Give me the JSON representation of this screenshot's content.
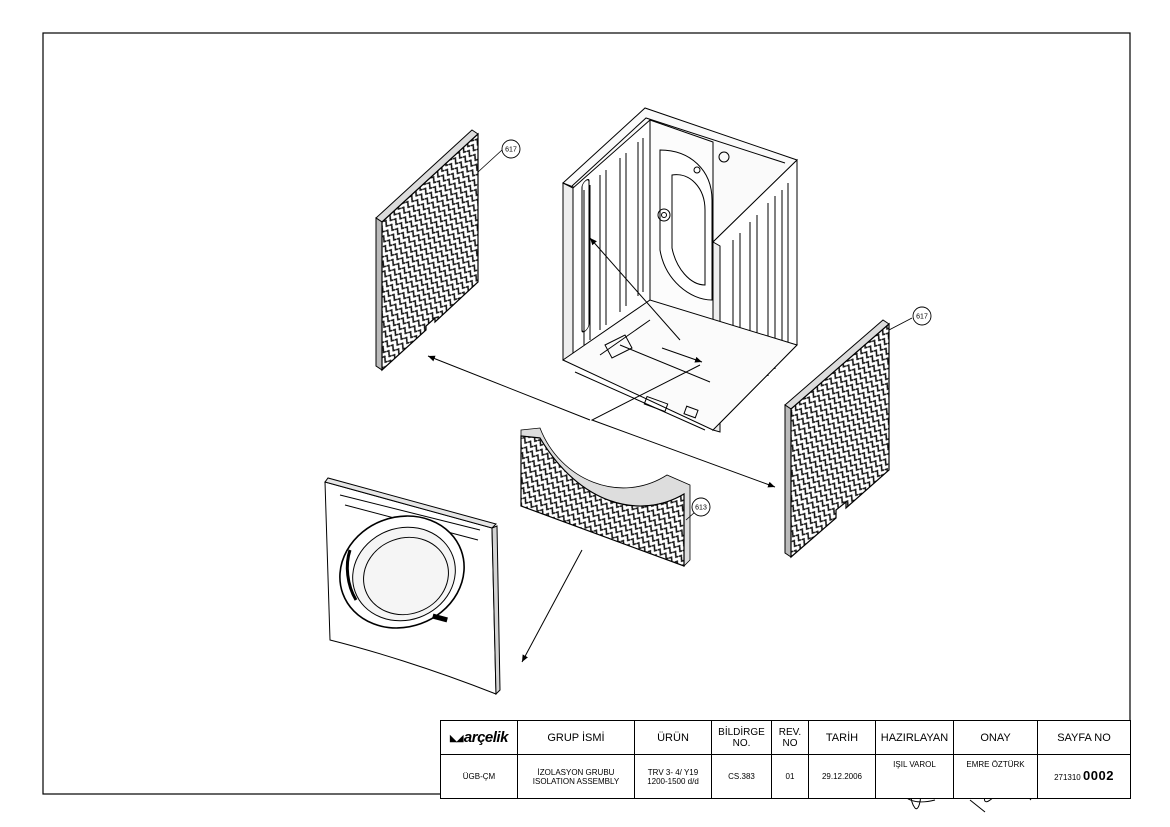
{
  "callouts": {
    "left": "617",
    "right": "617",
    "front": "613"
  },
  "title_block": {
    "logo": "arçelik",
    "headers": {
      "grup_ismi": "GRUP İSMİ",
      "urun": "ÜRÜN",
      "bildirge_no_line1": "BİLDİRGE",
      "bildirge_no_line2": "NO.",
      "rev_no_line1": "REV.",
      "rev_no_line2": "NO",
      "tarih": "TARİH",
      "hazirlayan": "HAZIRLAYAN",
      "onay": "ONAY",
      "sayfa_no": "SAYFA NO"
    },
    "values": {
      "code": "ÜGB-ÇM",
      "grup_ismi_line1": "İZOLASYON GRUBU",
      "grup_ismi_line2": "ISOLATION ASSEMBLY",
      "urun_line1": "TRV 3- 4/ Y19",
      "urun_line2": "1200-1500 d/d",
      "bildirge_no": "CS.383",
      "rev_no": "01",
      "tarih": "29.12.2006",
      "hazirlayan": "IŞIL VAROL",
      "onay": "EMRE ÖZTÜRK",
      "sayfa_prefix": "271310",
      "sayfa_number": "0002"
    }
  }
}
